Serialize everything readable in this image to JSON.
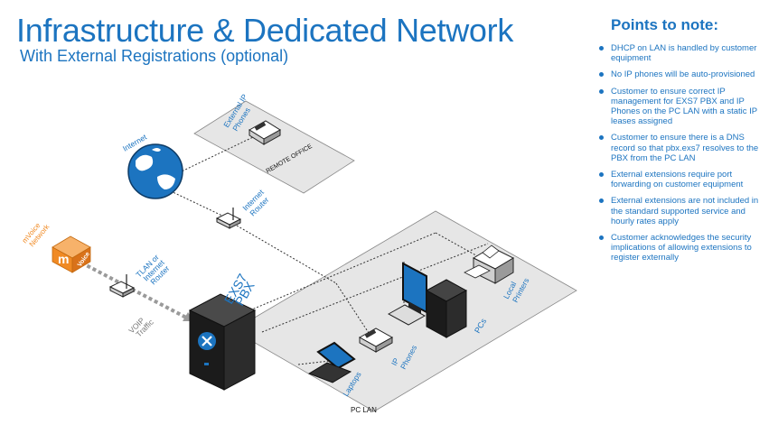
{
  "header": {
    "title": "Infrastructure & Dedicated Network",
    "subtitle": "With External Registrations (optional)"
  },
  "diagram": {
    "remote_office_label": "REMOTE OFFICE",
    "external_phones_label": [
      "External IP",
      "Phones"
    ],
    "internet_label": "Internet",
    "internet_router_label": [
      "Internet",
      "Router"
    ],
    "myvoice_label": [
      "mVoice",
      "Network"
    ],
    "myvoice_logo_text": "Voice",
    "tlan_router_label": [
      "TLAN or",
      "Internet",
      "Router"
    ],
    "voip_label": [
      "VOIP",
      "Traffic"
    ],
    "pbx_label": [
      "EXS7",
      "PBX"
    ],
    "ip_phones_label": [
      "IP",
      "Phones"
    ],
    "pcs_label": "PCs",
    "printers_label": [
      "Local",
      "Printers"
    ],
    "laptops_label": "Laptops",
    "pc_lan_label": "PC LAN"
  },
  "notes": {
    "heading": "Points to note:",
    "items": [
      "DHCP on LAN is handled by customer equipment",
      "No IP phones will be auto-provisioned",
      "Customer to ensure correct IP management for EXS7 PBX and IP Phones on the PC LAN with a static IP leases assigned",
      "Customer to ensure there is a DNS record so that pbx.exs7 resolves to the PBX from the PC LAN",
      "External extensions require port forwarding on customer equipment",
      "External extensions are not included in the standard supported service and hourly rates apply",
      "Customer acknowledges the security implications of allowing extensions to register externally"
    ]
  },
  "colors": {
    "brand_blue": "#1c74c0",
    "myvoice_orange": "#f08a24",
    "panel_grey": "#e6e6e6"
  }
}
